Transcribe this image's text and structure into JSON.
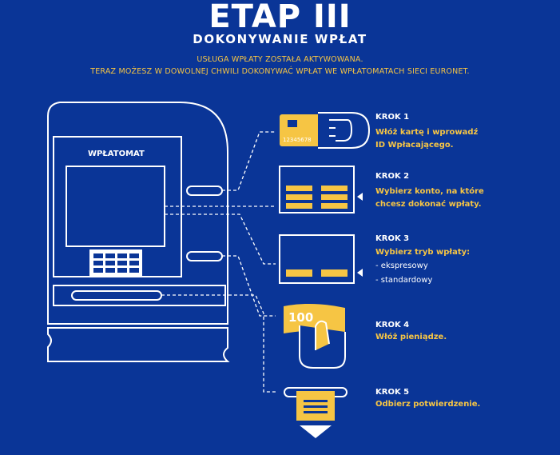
{
  "header": {
    "title": "ETAP III",
    "subtitle": "DOKONYWANIE WPŁAT",
    "intro_line1": "USŁUGA WPŁATY ZOSTAŁA AKTYWOWANA.",
    "intro_line2": "TERAZ MOŻESZ W DOWOLNEJ CHWILI DOKONYWAĆ WPŁAT WE WPŁATOMATACH SIECI EURONET."
  },
  "atm": {
    "label": "WPŁATOMAT"
  },
  "card": {
    "number": "12345678"
  },
  "banknote": {
    "value": "100"
  },
  "steps": [
    {
      "title": "KROK 1",
      "desc": "Włóż kartę i wprowadź\nID Wpłacającego."
    },
    {
      "title": "KROK 2",
      "desc": "Wybierz konto, na które\nchcesz dokonać wpłaty."
    },
    {
      "title": "KROK 3",
      "desc": "Wybierz tryb wpłaty:",
      "options": [
        "- ekspresowy",
        "- standardowy"
      ]
    },
    {
      "title": "KROK 4",
      "desc": "Włóż pieniądze."
    },
    {
      "title": "KROK 5",
      "desc": "Odbierz potwierdzenie."
    }
  ],
  "colors": {
    "background": "#0a3597",
    "accent": "#f6c544",
    "line": "#ffffff"
  }
}
